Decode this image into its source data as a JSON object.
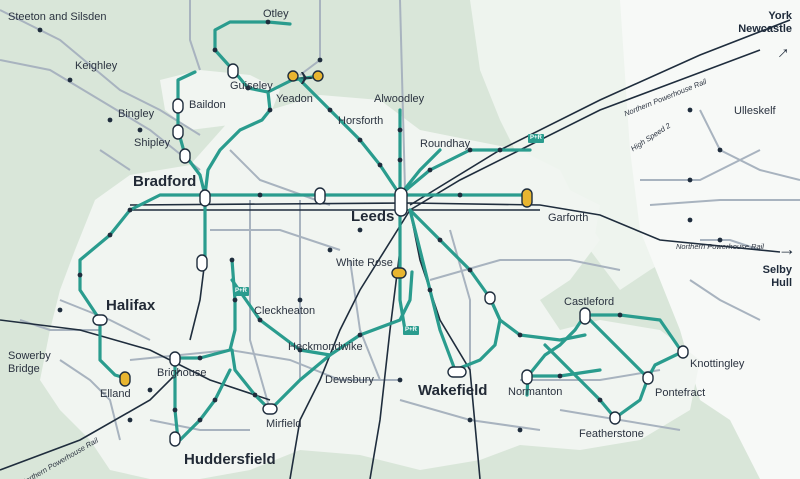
{
  "colors": {
    "land": "#d9e6d9",
    "urban": "#f1f5f1",
    "network": "#2a9c8e",
    "mainline": "#1f2d3d",
    "ghost": "#a8b3bf",
    "interchange": "#e8b530"
  },
  "places": {
    "steeton": "Steeton and Silsden",
    "keighley": "Keighley",
    "otley": "Otley",
    "guiseley": "Guiseley",
    "baildon": "Baildon",
    "bingley": "Bingley",
    "shipley": "Shipley",
    "yeadon": "Yeadon",
    "alwoodley": "Alwoodley",
    "horsforth": "Horsforth",
    "roundhay": "Roundhay",
    "ulleskelf": "Ulleskelf",
    "bradford": "Bradford",
    "leeds": "Leeds",
    "garforth": "Garforth",
    "white_rose": "White Rose",
    "halifax": "Halifax",
    "castleford": "Castleford",
    "cleckheaton": "Cleckheaton",
    "heckmondwike": "Heckmondwike",
    "sowerby_bridge": "Sowerby\nBridge",
    "brighouse": "Brighouse",
    "knottingley": "Knottingley",
    "dewsbury": "Dewsbury",
    "wakefield": "Wakefield",
    "normanton": "Normanton",
    "elland": "Elland",
    "pontefract": "Pontefract",
    "mirfield": "Mirfield",
    "featherstone": "Featherstone",
    "huddersfield": "Huddersfield"
  },
  "destinations": {
    "north": "York\nNewcastle",
    "east": "Selby\nHull"
  },
  "rail_labels": {
    "npr_north": "Northern Powerhouse Rail",
    "hs2": "High Speed 2",
    "npr_east": "Northern Powerhouse Rail",
    "npr_west": "Northern Powerhouse Rail"
  },
  "park_ride": "P+R",
  "icons": {
    "airport": "airplane-icon",
    "arrow_north": "arrow-up-right-icon",
    "arrow_east": "arrow-right-icon"
  }
}
